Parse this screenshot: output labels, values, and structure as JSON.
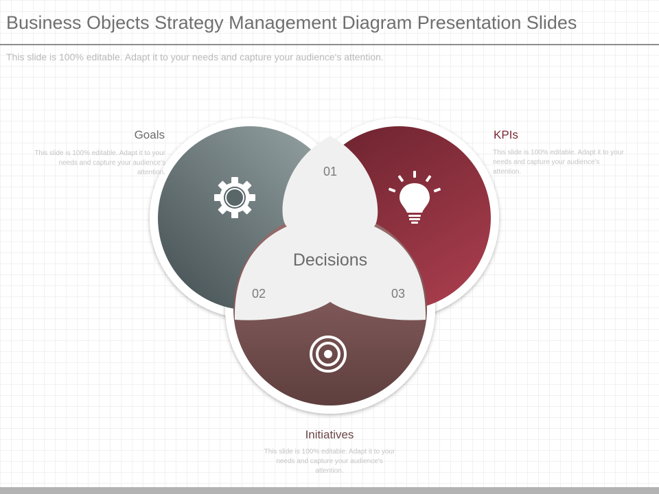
{
  "header": {
    "title": "Business Objects Strategy Management Diagram Presentation Slides",
    "subtitle": "This slide is 100% editable. Adapt it to your needs and capture your audience's attention."
  },
  "diagram": {
    "center_label": "Decisions",
    "segments": [
      {
        "number": "01",
        "title": "Goals",
        "description": "This slide is 100% editable. Adapt it to your needs and capture your audience's attention.",
        "icon": "gear-icon",
        "color": "#5a6769"
      },
      {
        "number": "02",
        "title": "KPIs",
        "description": "This slide is 100% editable. Adapt it to your needs and capture your audience's attention.",
        "icon": "lightbulb-icon",
        "color": "#8a2e3a"
      },
      {
        "number": "03",
        "title": "Initiatives",
        "description": "This slide is 100% editable. Adapt it to your needs and capture your audience's attention.",
        "icon": "target-icon",
        "color": "#7e5a5a"
      }
    ]
  },
  "colors": {
    "goals_title": "#6b6b6b",
    "kpis_title": "#7a2a35",
    "initiatives_title": "#6b4545"
  }
}
